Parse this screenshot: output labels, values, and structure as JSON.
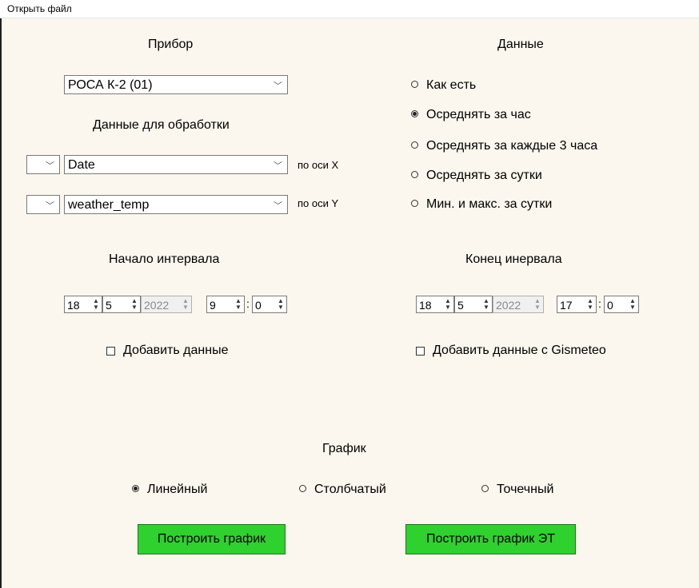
{
  "menu": {
    "open_file": "Открыть файл"
  },
  "device": {
    "heading": "Прибор",
    "selected": "РОСА К-2 (01)"
  },
  "processing": {
    "heading": "Данные для обработки",
    "x_prefix": "",
    "x_value": "Date",
    "x_axis_label": "по оси X",
    "y_prefix": "",
    "y_value": "weather_temp",
    "y_axis_label": "по оси Y"
  },
  "data_mode": {
    "heading": "Данные",
    "options": [
      {
        "label": "Как есть",
        "selected": false
      },
      {
        "label": "Осреднять за час",
        "selected": true
      },
      {
        "label": "Осреднять за каждые 3 часа",
        "selected": false
      },
      {
        "label": "Осреднять за сутки",
        "selected": false
      },
      {
        "label": "Мин. и макс. за сутки",
        "selected": false
      }
    ]
  },
  "start_interval": {
    "heading": "Начало интервала",
    "day": "18",
    "month": "5",
    "year": "2022",
    "hour": "9",
    "minute": "0",
    "colon": ":",
    "add_data_label": "Добавить данные"
  },
  "end_interval": {
    "heading": "Конец инервала",
    "day": "18",
    "month": "5",
    "year": "2022",
    "hour": "17",
    "minute": "0",
    "colon": ":",
    "add_data_label": "Добавить данные с Gismeteo"
  },
  "chart": {
    "heading": "График",
    "types": [
      {
        "label": "Линейный",
        "selected": true
      },
      {
        "label": "Столбчатый",
        "selected": false
      },
      {
        "label": "Точечный",
        "selected": false
      }
    ]
  },
  "buttons": {
    "build_chart": "Построить график",
    "build_chart_et": "Построить график ЭТ"
  },
  "colors": {
    "panel_bg": "#fbf7ee",
    "button_green": "#2fd12f"
  }
}
